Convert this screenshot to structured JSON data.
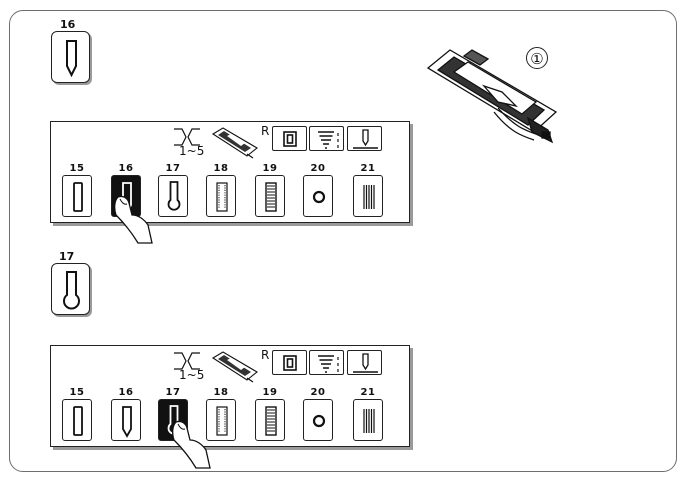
{
  "top_pattern": {
    "number": "16"
  },
  "middle_pattern": {
    "number": "17"
  },
  "panel_a": {
    "r_label": "R",
    "range": "1~5",
    "selected": "16",
    "keys": [
      {
        "number": "15",
        "icon": "round-end-buttonhole-icon"
      },
      {
        "number": "16",
        "icon": "square-buttonhole-icon"
      },
      {
        "number": "17",
        "icon": "keyhole-buttonhole-icon"
      },
      {
        "number": "18",
        "icon": "stretch-buttonhole-icon"
      },
      {
        "number": "19",
        "icon": "satin-buttonhole-icon"
      },
      {
        "number": "20",
        "icon": "eyelet-icon"
      },
      {
        "number": "21",
        "icon": "bartack-icon"
      }
    ]
  },
  "panel_b": {
    "r_label": "R",
    "range": "1~5",
    "selected": "17",
    "keys": [
      {
        "number": "15",
        "icon": "round-end-buttonhole-icon"
      },
      {
        "number": "16",
        "icon": "square-buttonhole-icon"
      },
      {
        "number": "17",
        "icon": "keyhole-buttonhole-icon"
      },
      {
        "number": "18",
        "icon": "stretch-buttonhole-icon"
      },
      {
        "number": "19",
        "icon": "satin-buttonhole-icon"
      },
      {
        "number": "20",
        "icon": "eyelet-icon"
      },
      {
        "number": "21",
        "icon": "bartack-icon"
      }
    ]
  },
  "callout": {
    "label": "①"
  }
}
